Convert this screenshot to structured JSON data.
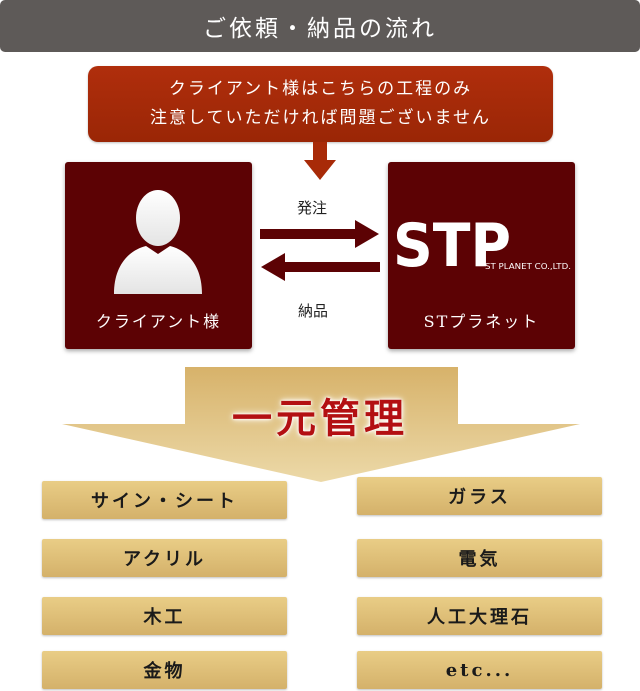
{
  "header": {
    "title": "ご依頼・納品の流れ"
  },
  "callout": {
    "line1": "クライアント様はこちらの工程のみ",
    "line2": "注意していただければ問題ございません"
  },
  "client_box": {
    "label": "クライアント様",
    "icon": "person-icon"
  },
  "stp_box": {
    "label": "STプラネット",
    "logo_text": "STP",
    "logo_subtext": "ST PLANET CO.,LTD."
  },
  "flow": {
    "order_label": "発注",
    "delivery_label": "納品"
  },
  "central_title": "一元管理",
  "materials": {
    "left": [
      "サイン・シート",
      "アクリル",
      "木工",
      "金物"
    ],
    "right": [
      "ガラス",
      "電気",
      "人工大理石",
      "etc..."
    ]
  },
  "colors": {
    "header_bg": "#5e5a58",
    "callout_bg": "#a82a08",
    "box_bg": "#5c0204",
    "arrow_gold": "#dcc183",
    "title_red": "#b30f12",
    "tag_gold": "#e0c27a"
  }
}
